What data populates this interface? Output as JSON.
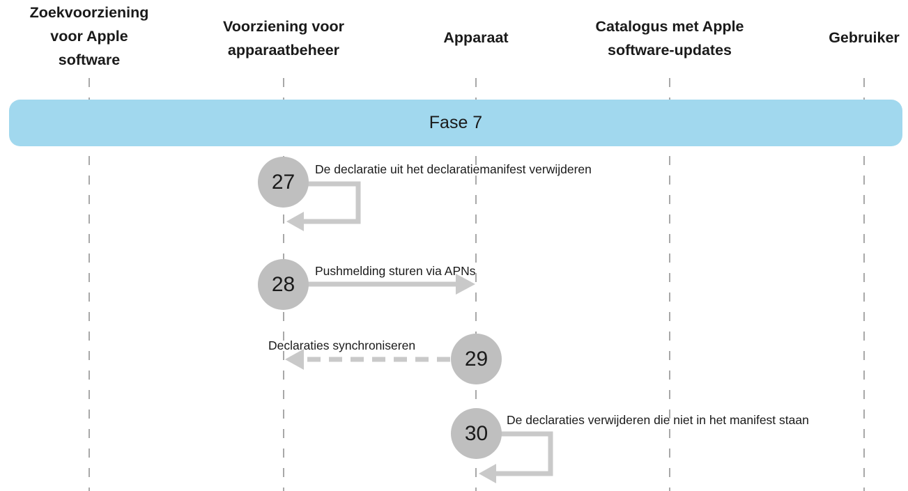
{
  "diagram": {
    "phase": {
      "label": "Fase 7"
    },
    "actors": [
      {
        "label": "Zoekvoorziening\nvoor Apple\nsoftware"
      },
      {
        "label": "Voorziening voor\napparaatbeheer"
      },
      {
        "label": "Apparaat"
      },
      {
        "label": "Catalogus met Apple\nsoftware-updates"
      },
      {
        "label": "Gebruiker"
      }
    ],
    "steps": [
      {
        "number": "27",
        "label": "De declaratie uit het declaratiemanifest verwijderen",
        "from": "Voorziening voor apparaatbeheer",
        "to": "Voorziening voor apparaatbeheer",
        "arrow": "self-loop-solid"
      },
      {
        "number": "28",
        "label": "Pushmelding sturen via APNs",
        "from": "Voorziening voor apparaatbeheer",
        "to": "Apparaat",
        "arrow": "solid-right"
      },
      {
        "number": "29",
        "label": "Declaraties synchroniseren",
        "from": "Apparaat",
        "to": "Voorziening voor apparaatbeheer",
        "arrow": "dashed-left"
      },
      {
        "number": "30",
        "label": "De declaraties verwijderen die niet in het manifest staan",
        "from": "Apparaat",
        "to": "Apparaat",
        "arrow": "self-loop-solid"
      }
    ],
    "colors": {
      "banner": "#a1d8ee",
      "circle": "#bfbfbf",
      "arrow": "#c9c9c9",
      "lifeline": "#a8a8a8",
      "text": "#1a1a1a"
    }
  }
}
